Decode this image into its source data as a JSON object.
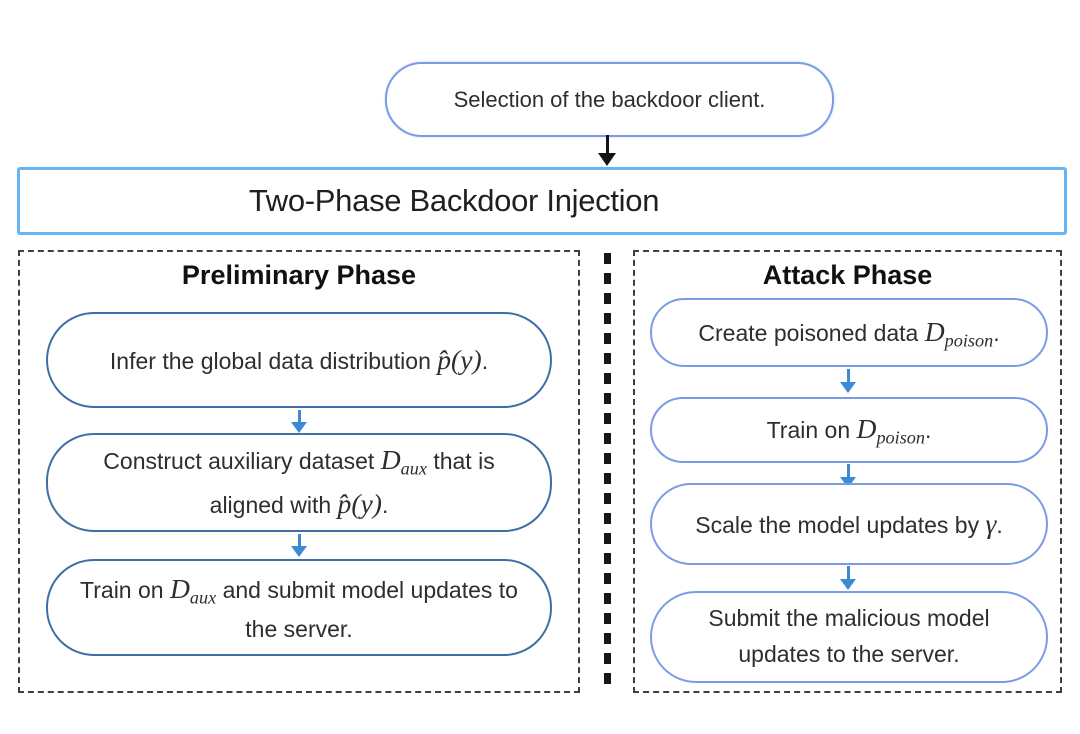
{
  "flowchart": {
    "title": "Two-Phase Backdoor Injection",
    "top_node": "Selection of the backdoor client.",
    "colors": {
      "title_bar_border": "#64b5f6",
      "pill_border": "#7b9ce4",
      "left_node_border": "#3e6fa5",
      "right_node_border": "#7b9ce4",
      "blue_arrow": "#3d8ad4",
      "black_arrow": "#141414",
      "dashed_panel_border": "#3f3f3f"
    },
    "panels": [
      {
        "title": "Preliminary Phase",
        "steps": [
          {
            "segments": [
              {
                "type": "plain",
                "value": "Infer the global data distribution "
              },
              {
                "type": "math",
                "value": "p̂(y)"
              },
              {
                "type": "plain",
                "value": "."
              }
            ]
          },
          {
            "segments": [
              {
                "type": "plain",
                "value": "Construct auxiliary dataset "
              },
              {
                "type": "math",
                "value": "D",
                "sub": "aux"
              },
              {
                "type": "plain",
                "value": " that is aligned with "
              },
              {
                "type": "math",
                "value": "p̂(y)"
              },
              {
                "type": "plain",
                "value": "."
              }
            ]
          },
          {
            "segments": [
              {
                "type": "plain",
                "value": "Train on "
              },
              {
                "type": "math",
                "value": "D",
                "sub": "aux"
              },
              {
                "type": "plain",
                "value": " and submit model updates to the server."
              }
            ]
          }
        ]
      },
      {
        "title": "Attack Phase",
        "steps": [
          {
            "segments": [
              {
                "type": "plain",
                "value": "Create poisoned data "
              },
              {
                "type": "math",
                "value": "D",
                "sub": "poison"
              },
              {
                "type": "plain",
                "value": "."
              }
            ]
          },
          {
            "segments": [
              {
                "type": "plain",
                "value": "Train on "
              },
              {
                "type": "math",
                "value": "D",
                "sub": "poison"
              },
              {
                "type": "plain",
                "value": "."
              }
            ]
          },
          {
            "segments": [
              {
                "type": "plain",
                "value": "Scale the model updates by "
              },
              {
                "type": "math",
                "value": "γ"
              },
              {
                "type": "plain",
                "value": "."
              }
            ]
          },
          {
            "segments": [
              {
                "type": "plain",
                "value": "Submit the malicious model updates to the server."
              }
            ]
          }
        ]
      }
    ]
  }
}
